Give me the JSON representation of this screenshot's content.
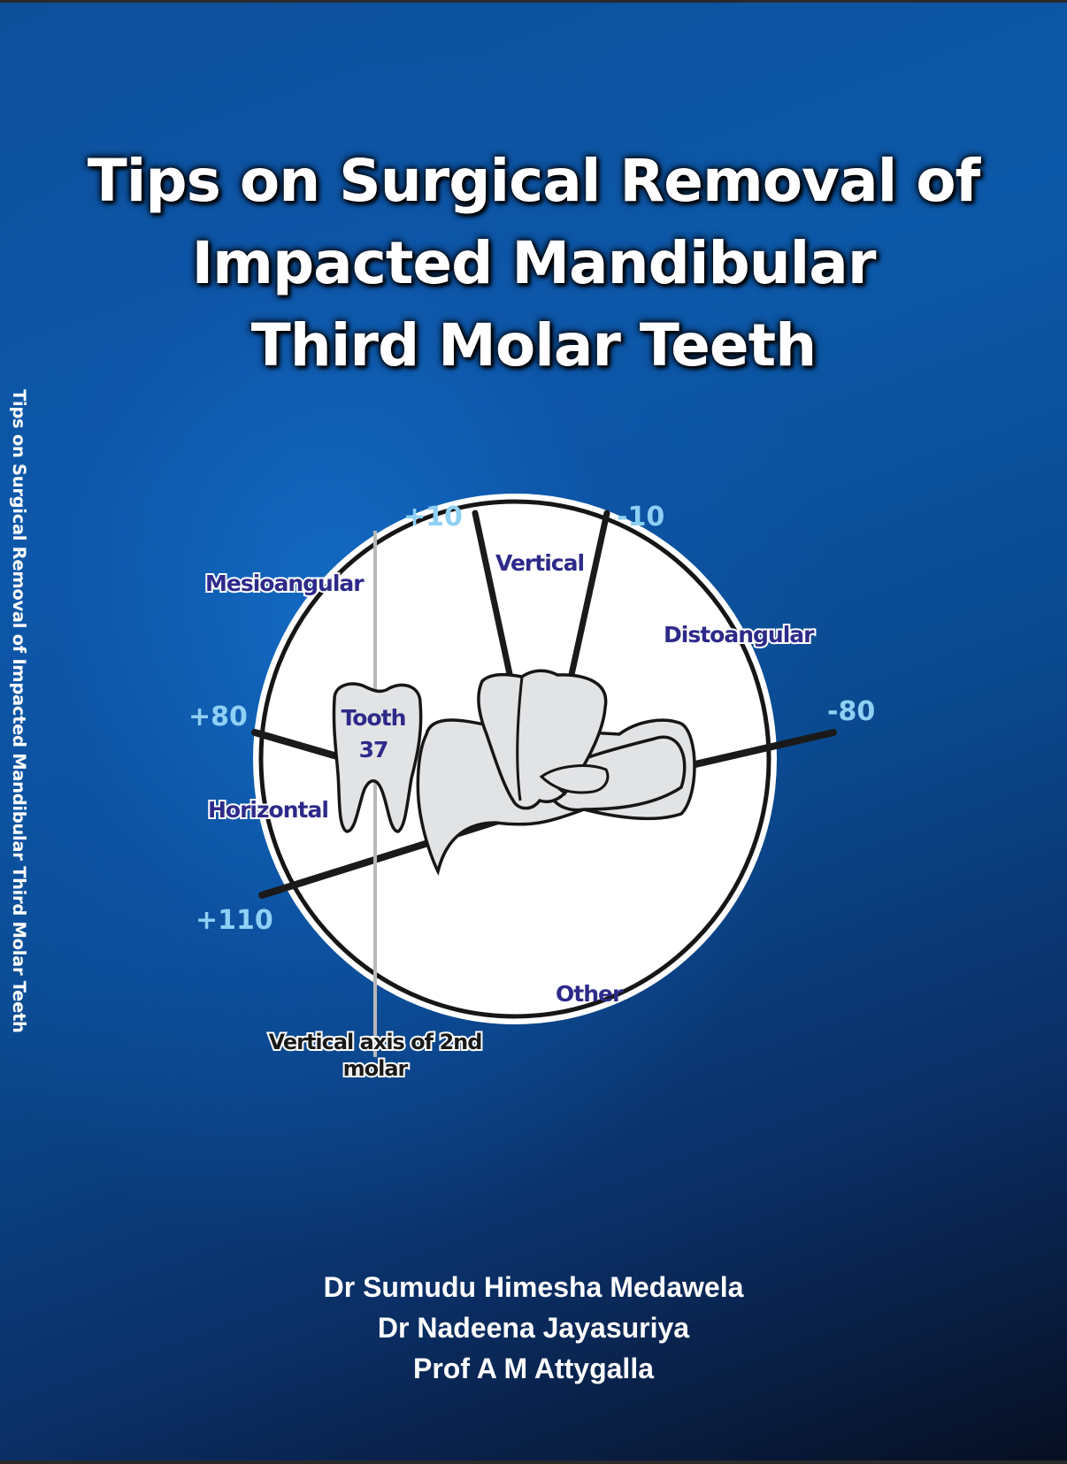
{
  "cover": {
    "title_lines": [
      "Tips on Surgical Removal of",
      "Impacted Mandibular",
      "Third Molar Teeth"
    ],
    "spine_text": "Tips on Surgical Removal of Impacted Mandibular Third Molar Teeth",
    "authors": [
      "Dr Sumudu Himesha Medawela",
      "Dr Nadeena Jayasuriya",
      "Prof A M Attygalla"
    ],
    "colors": {
      "background_primary": "#0c58a8",
      "background_dark": "#070f22",
      "title_text": "#ffffff",
      "angle_label": "#8fd0f5",
      "category_label": "#2e2a8a",
      "tooth_fill": "#e2e3e5",
      "line_color": "#1a1a1a",
      "vertical_axis": "#b8b8b8"
    }
  },
  "diagram": {
    "angle_labels": {
      "plus_10": "+10",
      "minus_10": "-10",
      "plus_80": "+80",
      "minus_80": "-80",
      "plus_110": "+110"
    },
    "categories": {
      "mesioangular": "Mesioangular",
      "vertical": "Vertical",
      "distoangular": "Distoangular",
      "horizontal": "Horizontal",
      "other": "Other"
    },
    "tooth_label_line1": "Tooth",
    "tooth_label_line2": "37",
    "vertical_axis_label_line1": "Vertical axis of 2nd",
    "vertical_axis_label_line2": "molar"
  }
}
